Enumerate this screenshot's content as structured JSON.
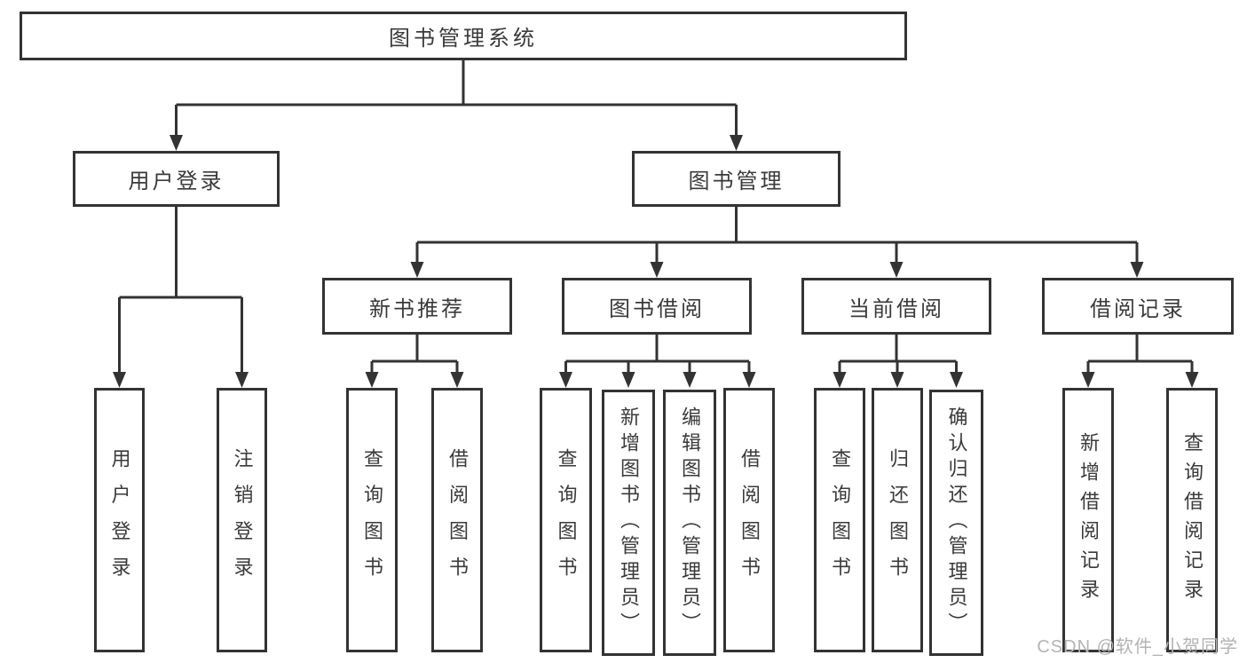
{
  "diagram": {
    "root": {
      "label": "图书管理系统"
    },
    "branches": [
      {
        "label": "用户登录",
        "children": [
          {
            "label": "用户登录"
          },
          {
            "label": "注销登录"
          }
        ]
      },
      {
        "label": "图书管理",
        "children": [
          {
            "label": "新书推荐",
            "children": [
              {
                "label": "查询图书"
              },
              {
                "label": "借阅图书"
              }
            ]
          },
          {
            "label": "图书借阅",
            "children": [
              {
                "label": "查询图书"
              },
              {
                "label": "新增图书（管理员）"
              },
              {
                "label": "编辑图书（管理员）"
              },
              {
                "label": "借阅图书"
              }
            ]
          },
          {
            "label": "当前借阅",
            "children": [
              {
                "label": "查询图书"
              },
              {
                "label": "归还图书"
              },
              {
                "label": "确认归还（管理员）"
              }
            ]
          },
          {
            "label": "借阅记录",
            "children": [
              {
                "label": "新增借阅记录"
              },
              {
                "label": "查询借阅记录"
              }
            ]
          }
        ]
      }
    ]
  },
  "watermark": "CSDN @软件_小贺同学",
  "colors": {
    "line": "#333333",
    "box_border": "#333333",
    "box_fill": "#ffffff",
    "text": "#3a3a3a",
    "watermark": "#b3b3b3"
  }
}
